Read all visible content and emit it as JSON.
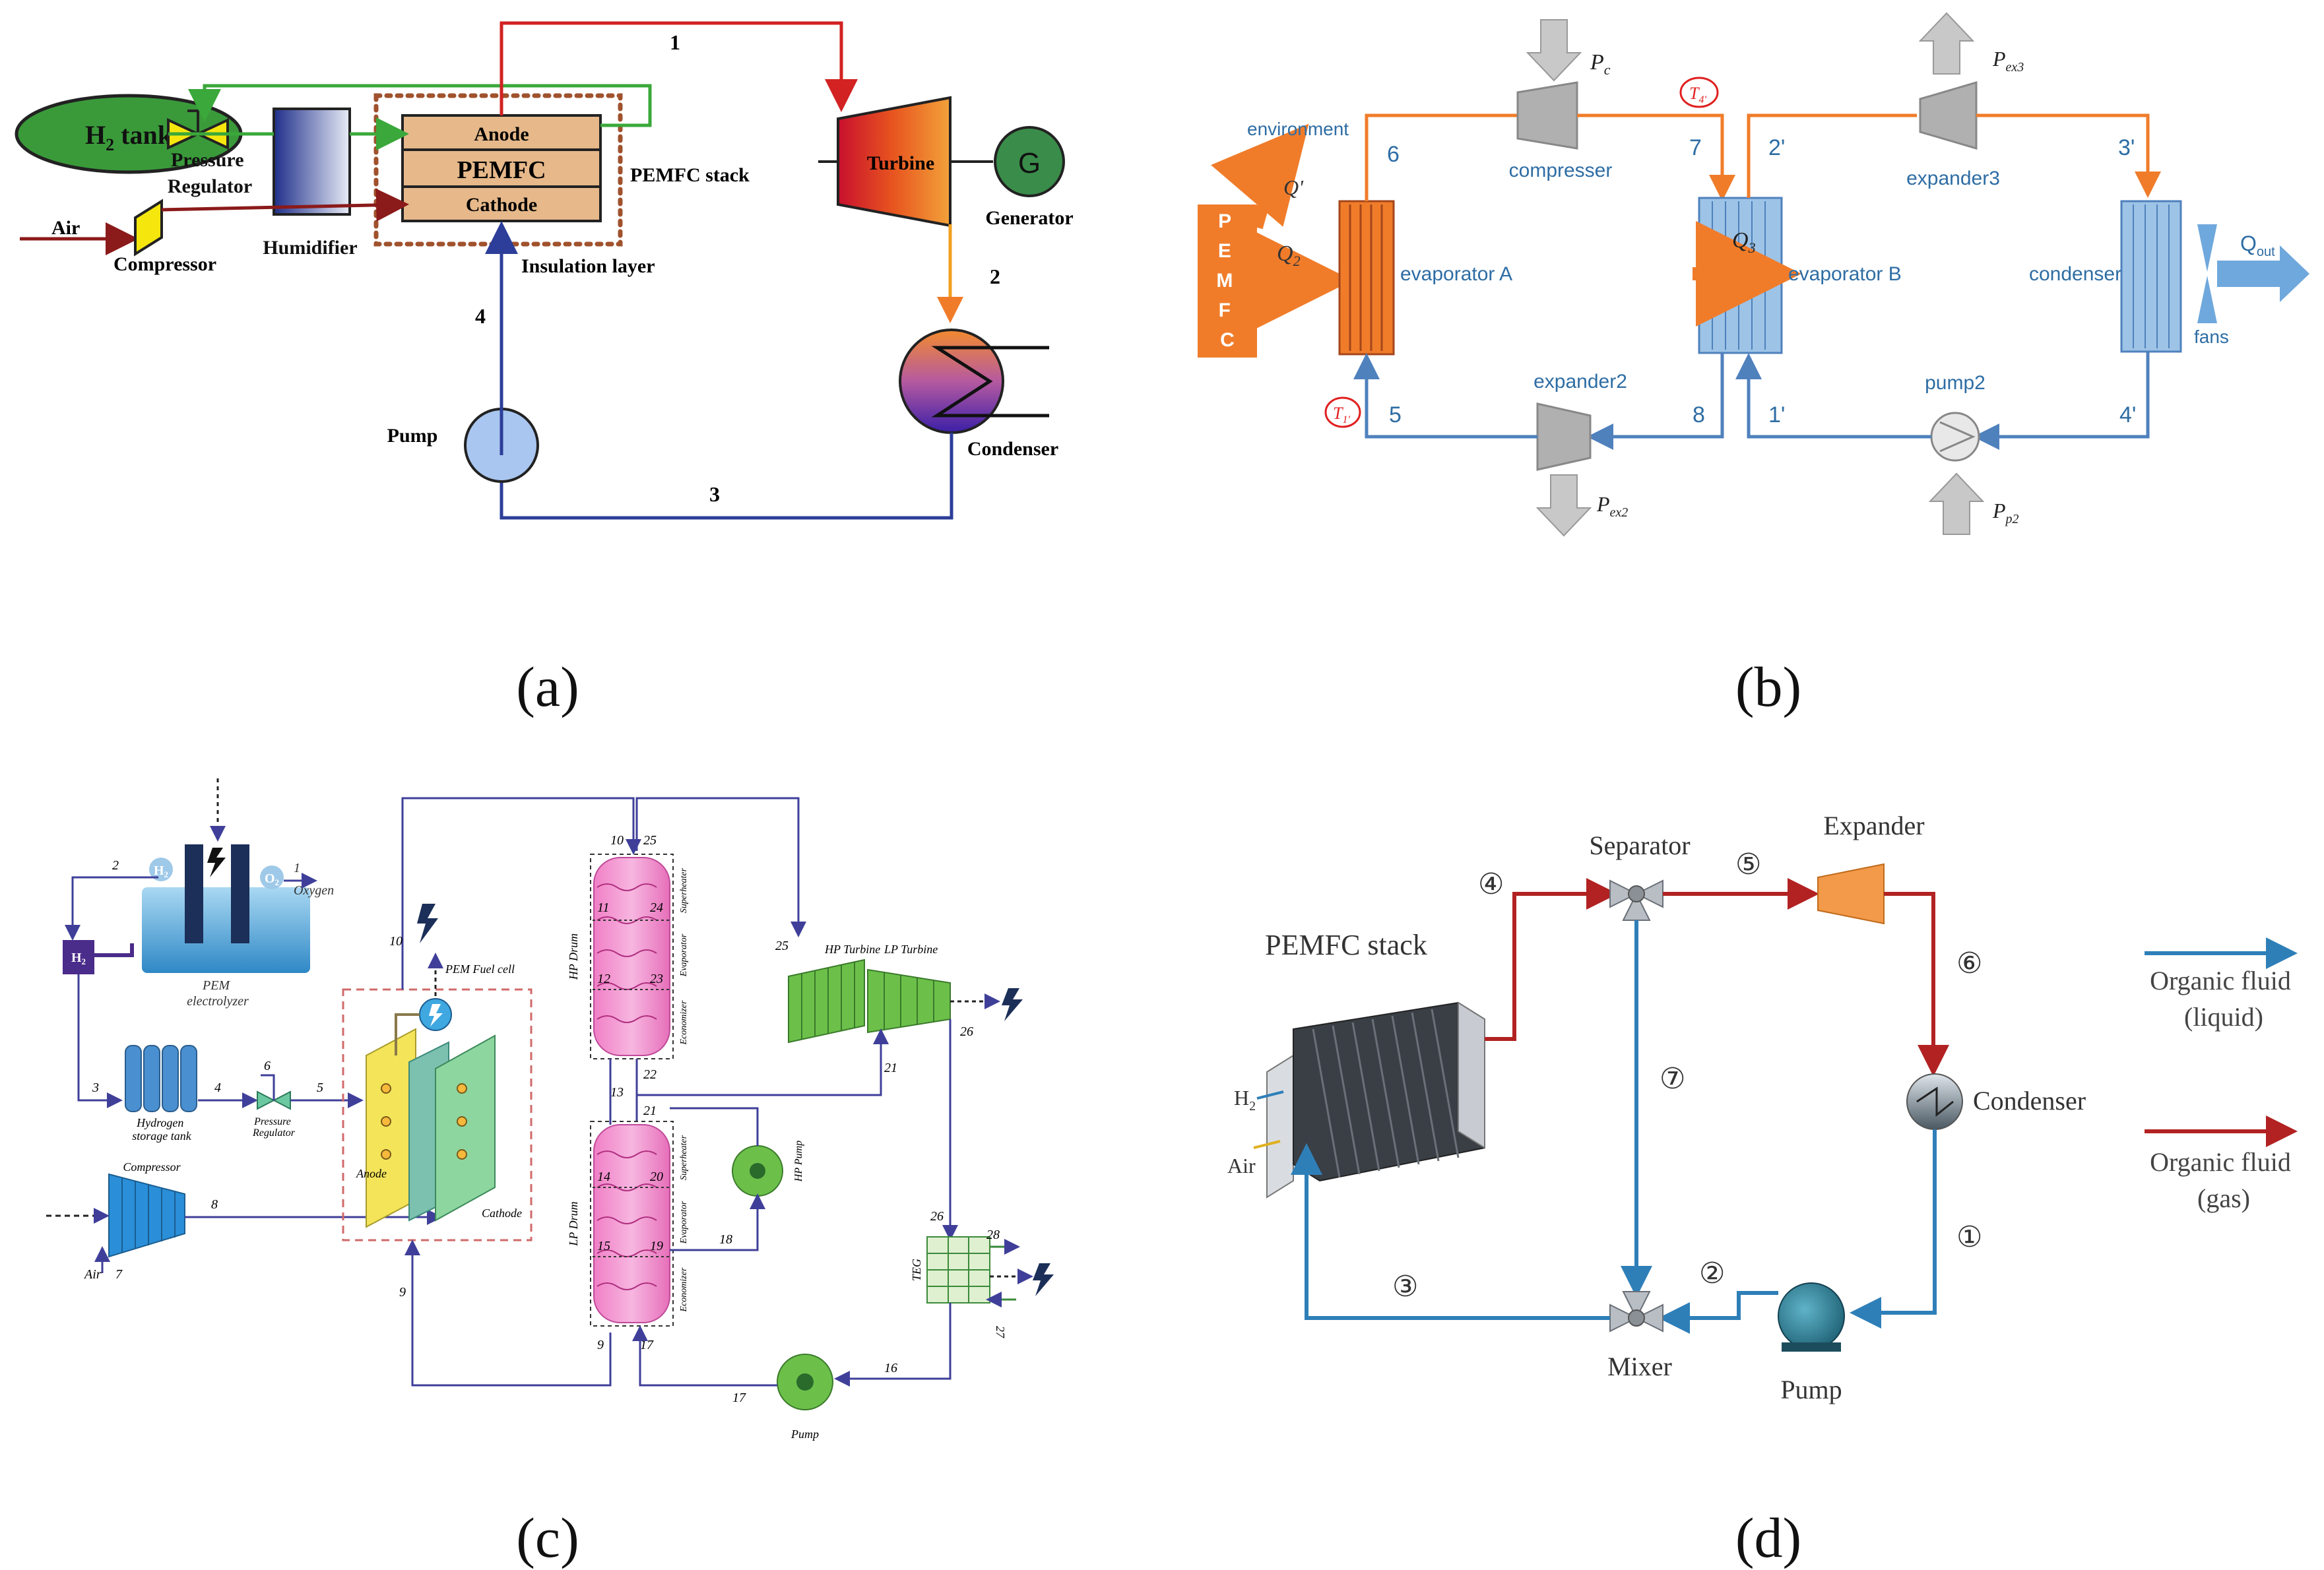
{
  "captions": {
    "a": "(a)",
    "b": "(b)",
    "c": "(c)",
    "d": "(d)"
  },
  "panel_a": {
    "h2_tank": "H",
    "h2_tank_sub": "2",
    "h2_tank_rest": " tank",
    "pressure_regulator": [
      "Pressure",
      "Regulator"
    ],
    "humidifier": "Humidifier",
    "anode": "Anode",
    "pemfc": "PEMFC",
    "cathode": "Cathode",
    "pemfc_stack": "PEMFC stack",
    "insulation": "Insulation layer",
    "air": "Air",
    "compressor": "Compressor",
    "turbine": "Turbine",
    "generator_symbol": "G",
    "generator": "Generator",
    "condenser": "Condenser",
    "pump": "Pump",
    "states": [
      "1",
      "2",
      "3",
      "4"
    ]
  },
  "panel_b": {
    "pemfc_letters": [
      "P",
      "E",
      "M",
      "F",
      "C"
    ],
    "environment": "environment",
    "q_prime": "Q'",
    "q2": "Q",
    "q2_sub": "2",
    "evaporator_a": "evaporator A",
    "compresser": "compresser",
    "pc": "P",
    "pc_sub": "c",
    "t4": "T",
    "t4_sub": "4'",
    "evaporator_b": "evaporator B",
    "q3": "Q",
    "q3_sub": "3",
    "expander3": "expander3",
    "pex3": "P",
    "pex3_sub": "ex3",
    "condenser": "condenser",
    "fans": "fans",
    "qout": "Q",
    "qout_sub": "out",
    "expander2": "expander2",
    "pex2": "P",
    "pex2_sub": "ex2",
    "pump2": "pump2",
    "pp2": "P",
    "pp2_sub": "p2",
    "t1": "T",
    "t1_sub": "1'",
    "states": [
      "6",
      "7",
      "2'",
      "3'",
      "5",
      "8",
      "1'",
      "4'"
    ]
  },
  "panel_c": {
    "pem_electrolyzer": [
      "PEM",
      "electrolyzer"
    ],
    "h2": "H",
    "h2_sub": "2",
    "o2": "O",
    "o2_sub": "2",
    "oxygen": "Oxygen",
    "hydrogen_tank": [
      "Hydrogen",
      "storage tank"
    ],
    "pressure_regulator": [
      "Pressure",
      "Regulator"
    ],
    "compressor": "Compressor",
    "air": "Air",
    "pem_fuel_cell": "PEM Fuel cell",
    "anode": "Anode",
    "cathode": "Cathode",
    "hp_drum": "HP Drum",
    "lp_drum": "LP Drum",
    "superheater": "Superheater",
    "evaporator": "Evaporator",
    "economizer": "Economizer",
    "hp_turbine": "HP Turbine",
    "lp_turbine": "LP Turbine",
    "hp_pump": "HP Pump",
    "teg": "TEG",
    "pump": "Pump",
    "states": [
      "1",
      "2",
      "3",
      "4",
      "5",
      "6",
      "7",
      "8",
      "9",
      "10",
      "10",
      "11",
      "12",
      "13",
      "14",
      "15",
      "16",
      "17",
      "17",
      "18",
      "19",
      "20",
      "21",
      "21",
      "22",
      "23",
      "24",
      "25",
      "25",
      "26",
      "26",
      "27",
      "28",
      "9"
    ]
  },
  "panel_d": {
    "pemfc_stack": "PEMFC stack",
    "h2": "H",
    "h2_sub": "2",
    "air": "Air",
    "separator": "Separator",
    "expander": "Expander",
    "condenser": "Condenser",
    "mixer": "Mixer",
    "pump": "Pump",
    "states": [
      "④",
      "⑤",
      "⑥",
      "⑦",
      "①",
      "②",
      "③"
    ],
    "legend": [
      {
        "label": [
          "Organic fluid",
          "(liquid)"
        ],
        "color": "#2e7fb8"
      },
      {
        "label": [
          "Organic fluid",
          "(gas)"
        ],
        "color": "#b22222"
      }
    ]
  },
  "colors": {
    "red_line": "#d22222",
    "green_line": "#3aa83a",
    "blue_line": "#2c3e99",
    "brown_line": "#8b1a1a",
    "orange": "#f07c2a",
    "steel_blue": "#4f81bd",
    "legend_blue": "#2e7fb8",
    "legend_red": "#b22222"
  }
}
